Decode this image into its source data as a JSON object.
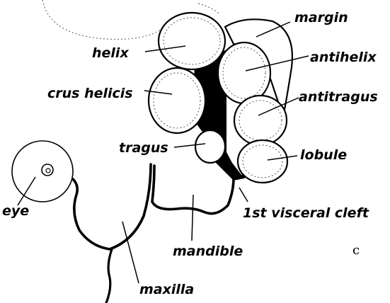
{
  "figure": {
    "labels": {
      "margin": "margin",
      "helix": "helix",
      "antihelix": "antihelix",
      "crus_helicis": "crus helicis",
      "antitragus": "antitragus",
      "tragus": "tragus",
      "lobule": "lobule",
      "eye": "eye",
      "first_visceral_cleft": "1st visceral cleft",
      "mandible": "mandible",
      "maxilla": "maxilla"
    },
    "plate_letter": "c"
  }
}
